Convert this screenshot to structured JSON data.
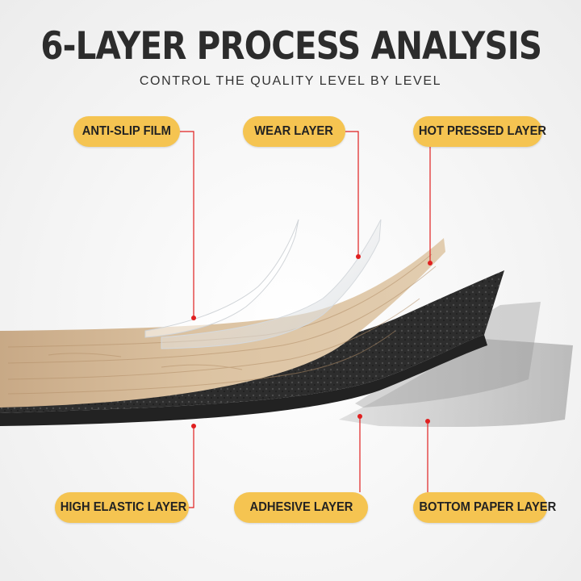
{
  "header": {
    "title": "6-LAYER PROCESS ANALYSIS",
    "subtitle": "CONTROL THE QUALITY LEVEL BY LEVEL"
  },
  "labels": {
    "anti_slip_film": "ANTI-SLIP FILM",
    "wear_layer": "WEAR LAYER",
    "hot_pressed_layer": "HOT PRESSED LAYER",
    "high_elastic_layer": "HIGH ELASTIC LAYER",
    "adhesive_layer": "ADHESIVE LAYER",
    "bottom_paper_layer": "BOTTOM PAPER LAYER"
  },
  "colors": {
    "label_background": "#f5c451",
    "callout_line": "#e02020",
    "title_text": "#2c2c2c",
    "wood": "#d9bf9e",
    "foam": "#2b2b2b"
  }
}
